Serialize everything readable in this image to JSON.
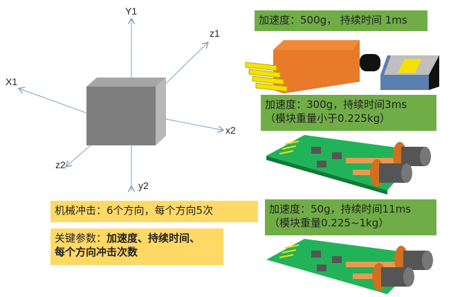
{
  "axes": {
    "y1": "Y1",
    "z1": "z1",
    "x1": "X1",
    "x2": "x2",
    "z2": "z2",
    "y2": "y2"
  },
  "specs": [
    {
      "line1": "加速度：500g，  持续时间 1ms"
    },
    {
      "line1": "加速度：300g，持续时间3ms",
      "line2": "（模块重量小于0.225kg）"
    },
    {
      "line1": "加速度：50g，持续时间11ms",
      "line2": "（模块重量0.225~1kg）"
    }
  ],
  "notes": {
    "shock": "机械冲击：6个方向，每个方向5次",
    "key_prefix": "关键参数：",
    "key_bold1": "加速度、持续时间、",
    "key_bold2": "每个方向冲击次数"
  },
  "colors": {
    "green": "#70ad47",
    "yellow": "#ffd966",
    "cube": "#808080",
    "orange": "#e87a2a",
    "pcb": "#22b35a"
  }
}
